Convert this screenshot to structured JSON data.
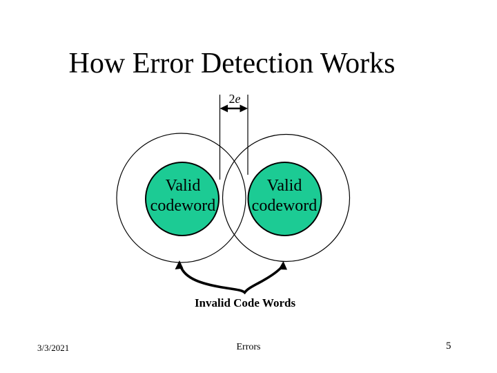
{
  "slide": {
    "title": "How Error Detection Works",
    "diagram": {
      "distance_label": {
        "coefficient": "2",
        "variable": "e"
      },
      "left_codeword": {
        "line1": "Valid",
        "line2": "codeword"
      },
      "right_codeword": {
        "line1": "Valid",
        "line2": "codeword"
      },
      "brace_caption": "Invalid Code Words"
    },
    "colors": {
      "codeword_fill": "#1ccb94",
      "outline": "#000000"
    },
    "footer": {
      "date": "3/3/2021",
      "center": "Errors",
      "page_number": "5"
    }
  }
}
